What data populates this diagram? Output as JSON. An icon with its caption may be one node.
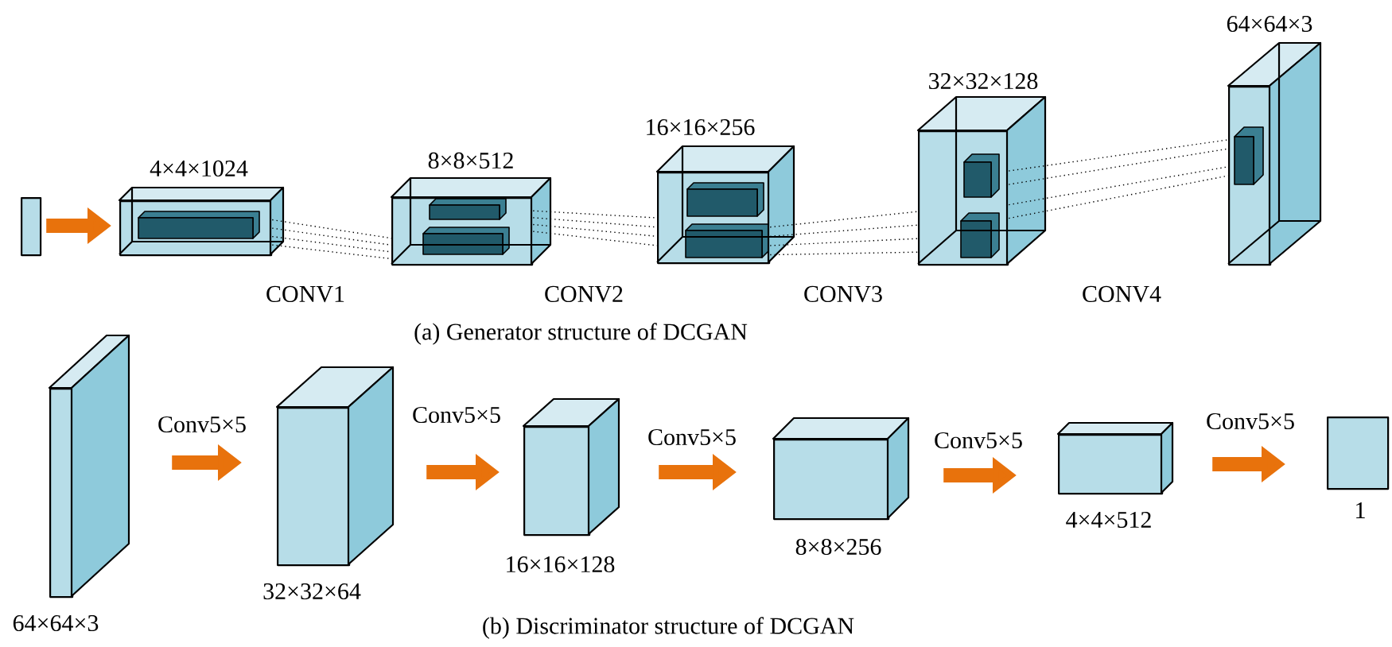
{
  "diagram": {
    "nodes": [
      {
        "text": [],
        "shape": "bar"
      },
      {
        "text": [
          "4×4×1024"
        ]
      },
      {
        "text": [
          "8×8×512"
        ]
      },
      {
        "text": [
          "16×16×256"
        ]
      },
      {
        "text": [
          "32×32×128"
        ]
      },
      {
        "text": [
          "64×64×3"
        ]
      },
      {
        "text": [
          "64×64×3"
        ]
      },
      {
        "text": [
          "32×32×64"
        ]
      },
      {
        "text": [
          "16×16×128"
        ]
      },
      {
        "text": [
          "8×8×256"
        ]
      },
      {
        "text": [
          "4×4×512"
        ]
      },
      {
        "text": [
          "1"
        ]
      }
    ],
    "edges": [
      {
        "from": 0,
        "to": 1,
        "arrow": "to"
      },
      {
        "from": 1,
        "to": 2,
        "arrow": "none",
        "label": "CONV1",
        "style": "dashed",
        "color": "#000000"
      },
      {
        "from": 2,
        "to": 3,
        "arrow": "none",
        "label": "CONV2",
        "style": "dashed",
        "color": "#000000"
      },
      {
        "from": 3,
        "to": 4,
        "arrow": "none",
        "label": "CONV3",
        "style": "dashed",
        "color": "#000000"
      },
      {
        "from": 4,
        "to": 5,
        "arrow": "none",
        "label": "CONV4",
        "style": "dashed",
        "color": "#000000"
      },
      {
        "from": 6,
        "to": 7,
        "arrow": "to",
        "label": "Conv5×5"
      },
      {
        "from": 7,
        "to": 8,
        "arrow": "to",
        "label": "Conv5×5"
      },
      {
        "from": 8,
        "to": 9,
        "arrow": "to",
        "label": "Conv5×5"
      },
      {
        "from": 9,
        "to": 10,
        "arrow": "to",
        "label": "Conv5×5"
      },
      {
        "from": 10,
        "to": 11,
        "arrow": "to",
        "label": "Conv5×5"
      }
    ],
    "labels": [
      "(a) Generator structure of DCGAN",
      "(b) Discriminator structure of DCGAN"
    ]
  }
}
